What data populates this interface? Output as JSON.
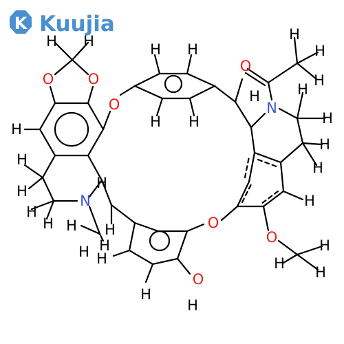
{
  "watermark": {
    "brand": "Kuujia",
    "color": "#4a8fd1"
  },
  "colors": {
    "bond": "#000000",
    "hydrogen": "#000000",
    "oxygen": "#e8211b",
    "nitrogen": "#3c55d6"
  },
  "atoms": {
    "h": "H",
    "o": "O",
    "n": "N"
  }
}
